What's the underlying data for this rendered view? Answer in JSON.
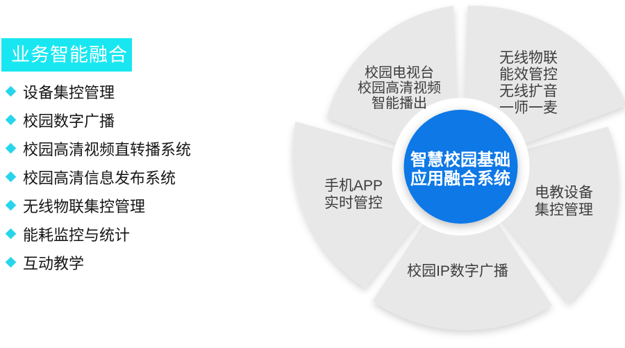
{
  "sidebar": {
    "title": "业务智能融合",
    "items": [
      "设备集控管理",
      "校园数字广播",
      "校园高清视频直转播系统",
      "校园高清信息发布系统",
      "无线物联集控管理",
      "能耗监控与统计",
      "互动教学"
    ]
  },
  "diagram": {
    "center": {
      "line1": "智慧校园基础",
      "line2": "应用融合系统"
    },
    "petals": [
      {
        "id": "campus-tv",
        "lines": [
          "校园电视台",
          "校园高清视频",
          "智能播出"
        ]
      },
      {
        "id": "wireless-iot",
        "lines": [
          "无线物联",
          "能效管控",
          "无线扩音",
          "一师一麦"
        ]
      },
      {
        "id": "av-devices",
        "lines": [
          "电教设备",
          "集控管理"
        ]
      },
      {
        "id": "ip-broadcast",
        "lines": [
          "校园IP数字广播"
        ]
      },
      {
        "id": "mobile-app",
        "lines": [
          "手机APP",
          "实时管控"
        ]
      }
    ]
  },
  "colors": {
    "accent_cyan": "#18e7f1",
    "bullet_cyan": "#27d5ec",
    "center_blue": "#0c78e6",
    "petal_gray": "#e8e8e8"
  }
}
